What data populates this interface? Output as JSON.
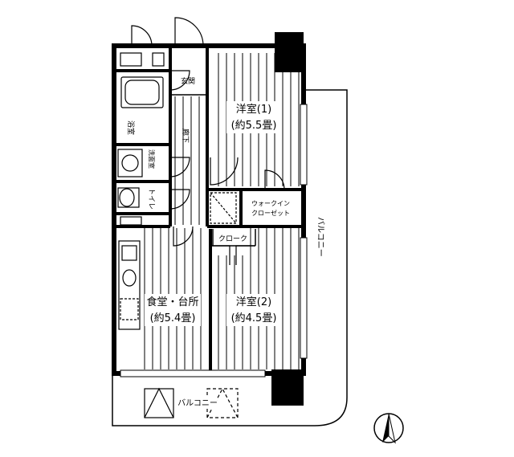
{
  "rooms": {
    "western1": {
      "name": "洋室(1)",
      "size": "(約5.5畳)"
    },
    "western2": {
      "name": "洋室(2)",
      "size": "(約4.5畳)"
    },
    "dining": {
      "name": "食堂・台所",
      "size": "(約5.4畳)"
    },
    "entrance": "玄関",
    "hallway": "廊下",
    "bath": "浴室",
    "washroom": "洗面室",
    "toilet": "トイレ",
    "walkin_line1": "ウォークイン",
    "walkin_line2": "クローゼット",
    "cloak": "クローク"
  },
  "balcony_side": "バルコニー",
  "balcony_bottom": "バルコニー"
}
